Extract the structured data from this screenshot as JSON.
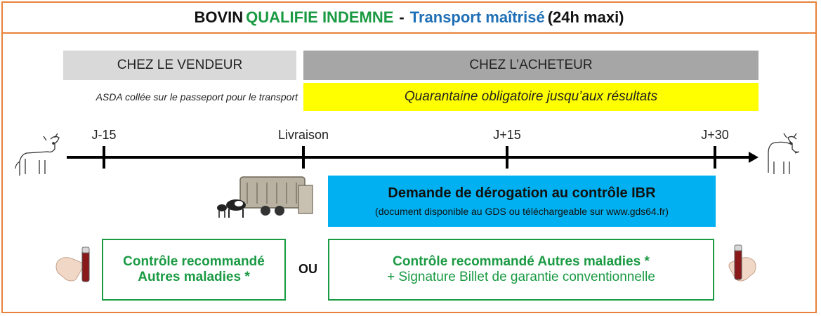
{
  "title": {
    "part1": "BOVIN",
    "part2": "QUALIFIE INDEMNE",
    "separator": "-",
    "part3": "Transport maîtrisé",
    "part4": "(24h maxi)"
  },
  "bands": {
    "seller": "CHEZ LE VENDEUR",
    "buyer": "CHEZ L’ACHETEUR",
    "asda_note": "ASDA collée sur le passeport pour le transport",
    "quarantine": "Quarantaine obligatoire jusqu’aux résultats"
  },
  "timeline": {
    "ticks": [
      "J-15",
      "Livraison",
      "J+15",
      "J+30"
    ]
  },
  "derogation": {
    "title": "Demande de dérogation au contrôle IBR",
    "subtitle": "(document disponible au GDS ou téléchargeable sur www.gds64.fr)"
  },
  "controls": {
    "left_line1": "Contrôle recommandé",
    "left_line2": "Autres maladies *",
    "or": "OU",
    "right_line1": "Contrôle recommandé Autres maladies *",
    "right_line2": "+ Signature Billet de garantie conventionnelle"
  },
  "colors": {
    "frame": "#e8823a",
    "green": "#1a9a43",
    "blue_title": "#1e6fb5",
    "quarantine_bg": "#ffff00",
    "derogation_bg": "#00b0f0",
    "seller_bg": "#d9d9d9",
    "buyer_bg": "#a6a6a6"
  },
  "icons": [
    "cow-icon",
    "cattle-trailer-icon",
    "blood-tube-icon"
  ]
}
